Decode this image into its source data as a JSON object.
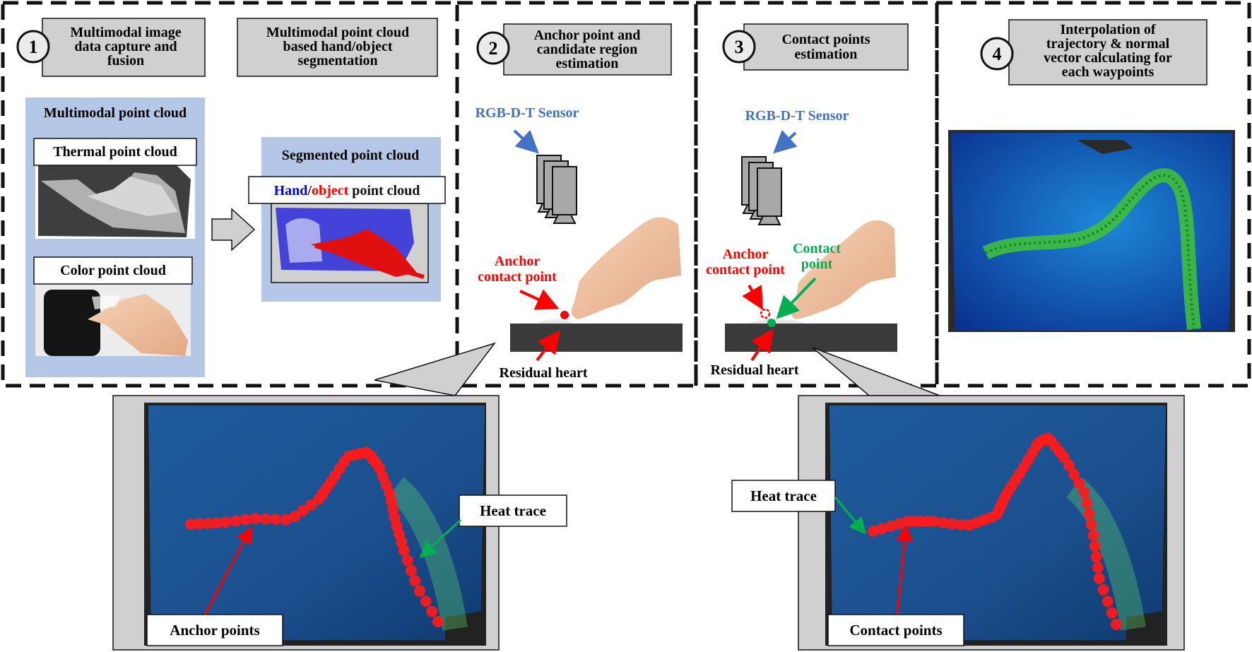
{
  "steps": [
    {
      "number": "1",
      "title_lines": [
        "Multimodal image",
        "data capture and",
        "fusion"
      ]
    },
    {
      "number": "",
      "title_lines": [
        "Multimodal point cloud",
        "based hand/object",
        "segmentation"
      ]
    },
    {
      "number": "2",
      "title_lines": [
        "Anchor point and",
        "candidate region",
        "estimation"
      ]
    },
    {
      "number": "3",
      "title_lines": [
        "Contact points",
        "estimation"
      ]
    },
    {
      "number": "4",
      "title_lines": [
        "Interpolation of",
        "trajectory & normal",
        "vector calculating for",
        "each waypoints"
      ]
    }
  ],
  "panel1": {
    "multimodal_title": "Multimodal point cloud",
    "thermal_label": "Thermal point cloud",
    "color_label": "Color point cloud",
    "segmented_title": "Segmented point cloud",
    "legend_hand": "Hand",
    "legend_slash": "/",
    "legend_object": "object",
    "legend_suffix": " point cloud"
  },
  "panel2": {
    "sensor_label": "RGB-D-T Sensor",
    "anchor_label_lines": [
      "Anchor",
      "contact point"
    ],
    "residual_label": "Residual heart"
  },
  "panel3": {
    "sensor_label": "RGB-D-T Sensor",
    "anchor_label_lines": [
      "Anchor",
      "contact point"
    ],
    "contact_label_lines": [
      "Contact",
      "point"
    ],
    "residual_label": "Residual heart"
  },
  "zoom_left": {
    "heat_label": "Heat trace",
    "points_label": "Anchor points"
  },
  "zoom_right": {
    "heat_label": "Heat trace",
    "points_label": "Contact points"
  },
  "colors": {
    "header_fill": "#d0d0d0",
    "panel_fill": "#b4c7e7",
    "sensor_text": "#4472c4",
    "anchor_red": "#ff0000",
    "contact_green": "#00b050",
    "hand_blue": "#0000ff",
    "object_red": "#ff0000"
  }
}
